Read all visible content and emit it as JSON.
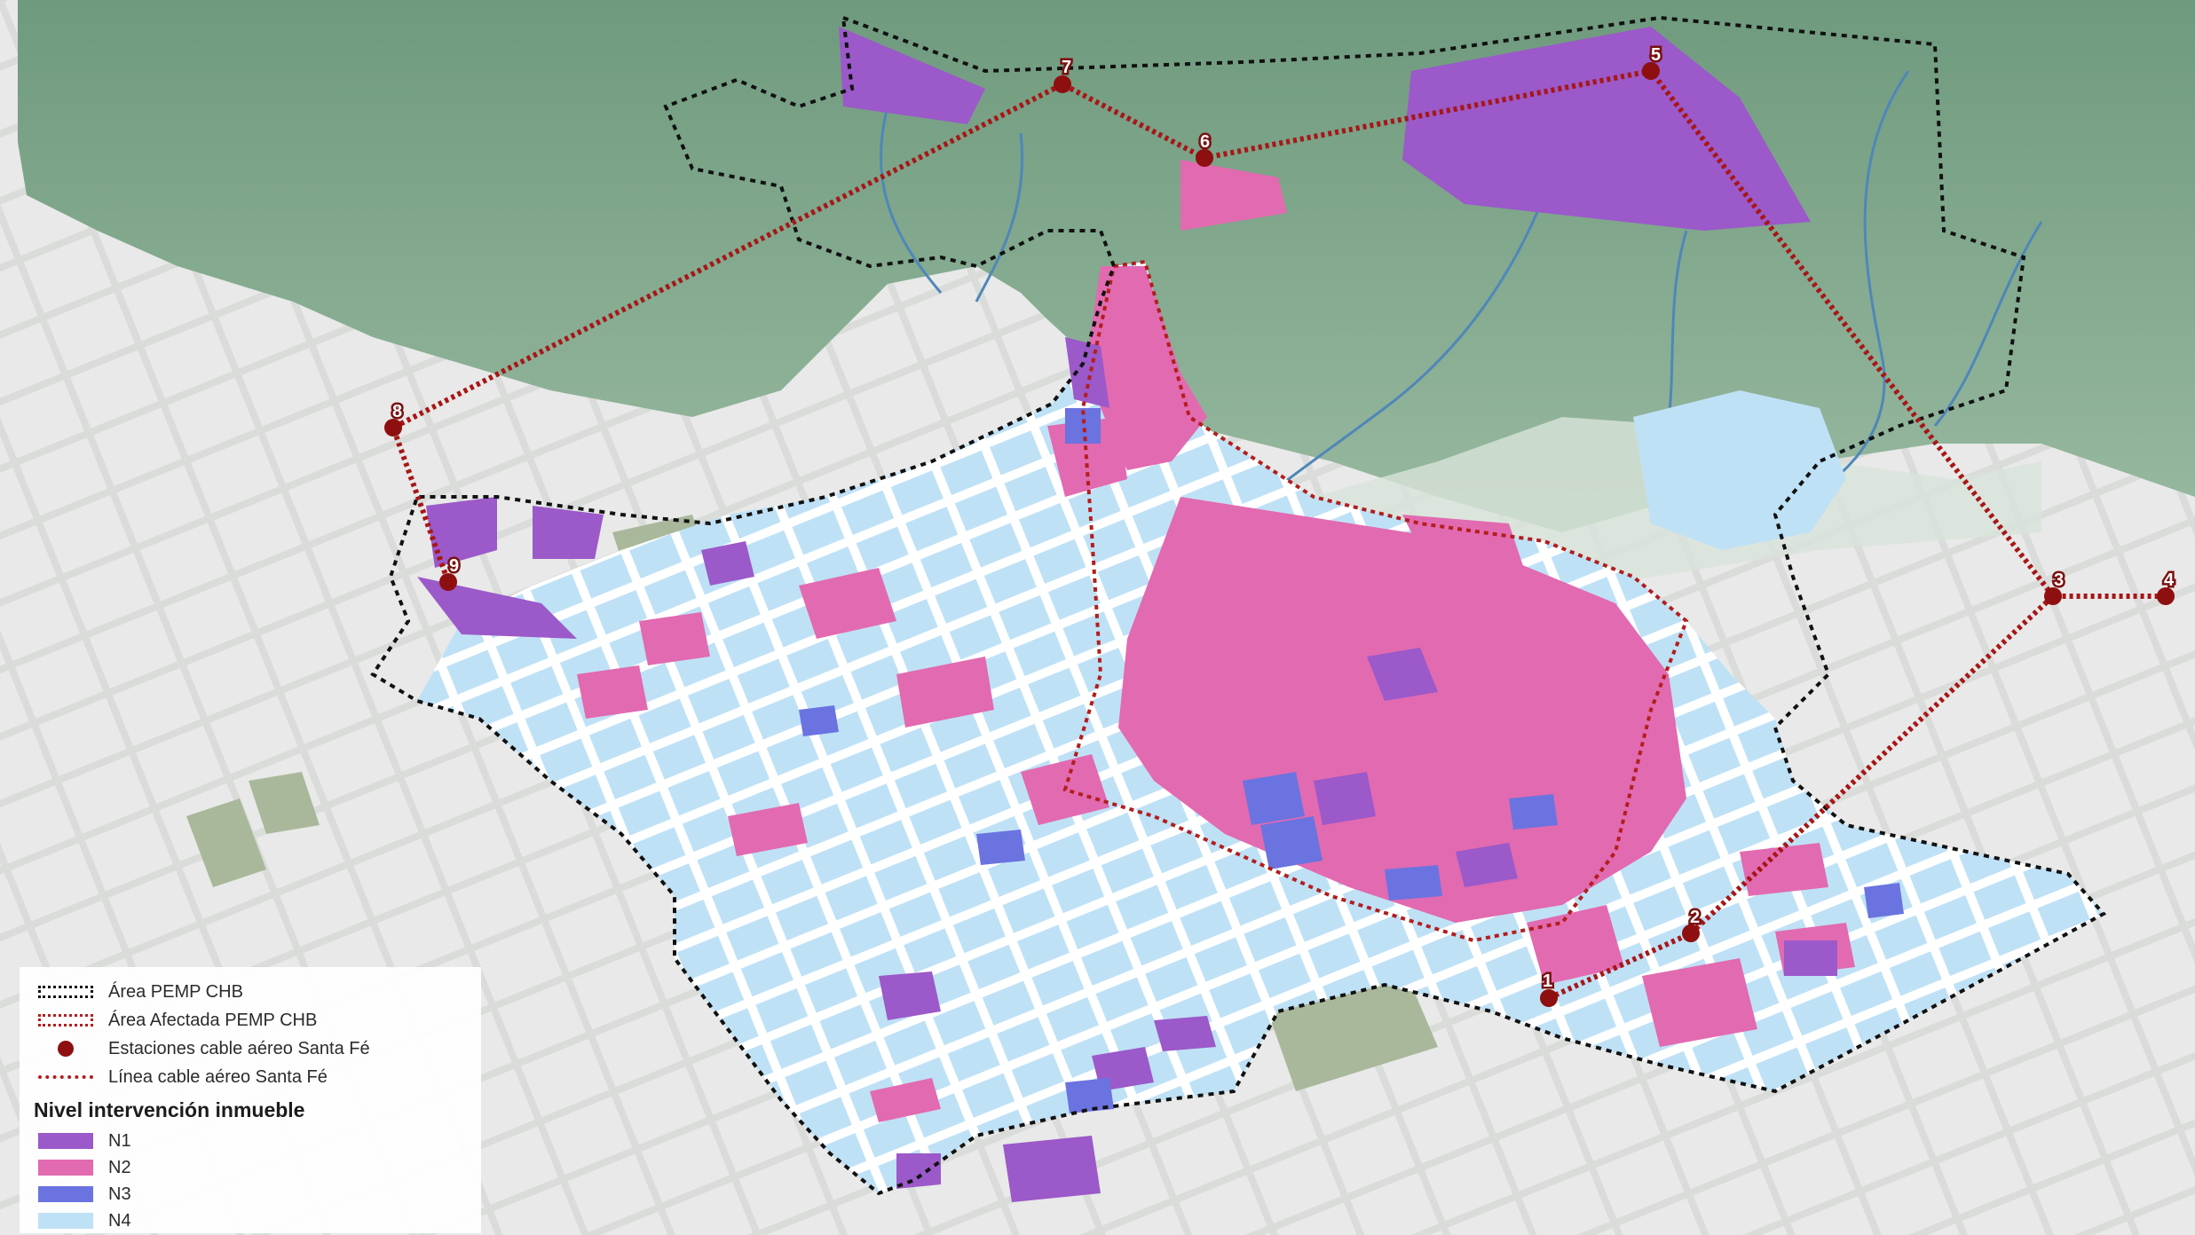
{
  "map": {
    "colors": {
      "N1": "#9b59c9",
      "N2": "#e26ab0",
      "N3": "#6b73e0",
      "N4": "#bfe1f6",
      "boundary": "#111111",
      "affected_boundary": "#b21e1e",
      "cable_line": "#a71616",
      "station": "#8e0f0f",
      "mountain": "#7fa58b",
      "city_base": "#d9dbd9",
      "park": "#a9b89a",
      "river": "#4f87b8"
    },
    "stations": [
      {
        "id": "1",
        "label": "1"
      },
      {
        "id": "2",
        "label": "2"
      },
      {
        "id": "3",
        "label": "3"
      },
      {
        "id": "4",
        "label": "4"
      },
      {
        "id": "5",
        "label": "5"
      },
      {
        "id": "6",
        "label": "6"
      },
      {
        "id": "7",
        "label": "7"
      },
      {
        "id": "8",
        "label": "8"
      },
      {
        "id": "9",
        "label": "9"
      }
    ]
  },
  "legend": {
    "items": [
      {
        "key": "pemp",
        "label": "Área PEMP CHB",
        "icon": "dotted-black-rect"
      },
      {
        "key": "afectada",
        "label": "Área Afectada PEMP CHB",
        "icon": "dotted-red-rect"
      },
      {
        "key": "estaciones",
        "label": "Estaciones cable aéreo Santa Fé",
        "icon": "red-dot"
      },
      {
        "key": "linea",
        "label": "Línea cable aéreo Santa Fé",
        "icon": "red-dotted-line"
      }
    ],
    "title": "Nivel intervención inmueble",
    "levels": [
      {
        "label": "N1",
        "color": "#9b59c9"
      },
      {
        "label": "N2",
        "color": "#e26ab0"
      },
      {
        "label": "N3",
        "color": "#6b73e0"
      },
      {
        "label": "N4",
        "color": "#bfe1f6"
      }
    ]
  }
}
